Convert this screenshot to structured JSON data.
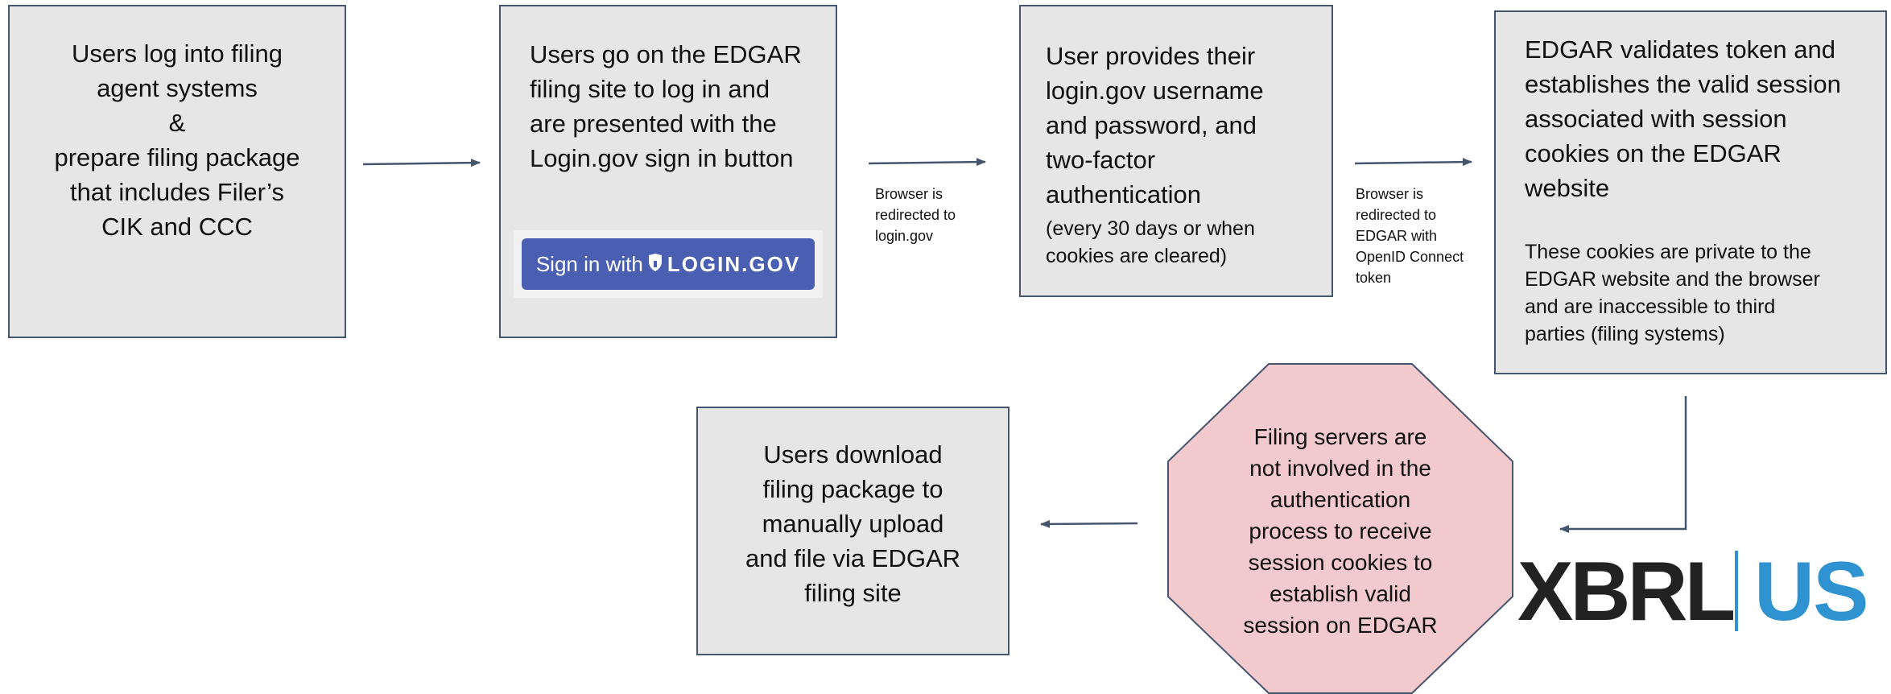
{
  "steps": {
    "step1": {
      "lines": [
        "Users log into filing",
        "agent systems",
        "&",
        "prepare filing package",
        "that includes Filer’s",
        "CIK and CCC"
      ]
    },
    "step2": {
      "lines": [
        "Users go on the EDGAR",
        "filing site to log in and",
        "are presented with the",
        "Login.gov sign in button"
      ],
      "button_prefix": "Sign in with",
      "button_brand": "LOGIN.GOV"
    },
    "step3": {
      "lines": [
        "User provides their",
        "login.gov username",
        "and password, and",
        "two-factor",
        "authentication"
      ],
      "note_lines": [
        " (every 30 days or when",
        "cookies are cleared)"
      ]
    },
    "step4": {
      "lines": [
        "EDGAR validates token and",
        "establishes the valid session",
        "associated with session",
        "cookies on the EDGAR",
        "website"
      ],
      "note_lines": [
        "These cookies are private to the",
        "EDGAR website and the browser",
        "and are inaccessible to third",
        "parties (filing systems)"
      ]
    },
    "step5": {
      "lines": [
        "Filing servers are",
        "not involved in the",
        "authentication",
        "process to receive",
        "session cookies to",
        "establish valid",
        "session on EDGAR"
      ],
      "fill_color": "#f2c9cc"
    },
    "step6": {
      "lines": [
        "Users download",
        "filing package to",
        "manually upload",
        "and file via EDGAR",
        "filing site"
      ]
    }
  },
  "arrow_labels": {
    "a2": [
      "Browser is",
      "redirected to",
      "login.gov"
    ],
    "a3": [
      "Browser is",
      "redirected to",
      "EDGAR with",
      "OpenID Connect",
      "token"
    ]
  },
  "logo": {
    "left_text": "XBRL",
    "right_text": "US",
    "colors": {
      "left": "#222222",
      "right": "#2f93d1"
    }
  },
  "colors": {
    "box_fill": "#e6e6e6",
    "box_border": "#45556e",
    "arrow": "#45556e",
    "login_button": "#4a5fb2"
  }
}
